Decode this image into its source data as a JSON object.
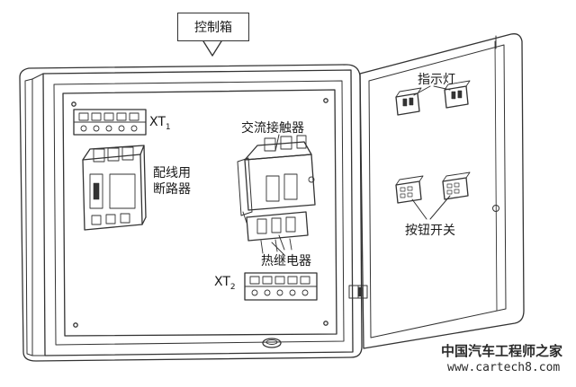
{
  "labels": {
    "control_box": "控制箱",
    "xt1_base": "XT",
    "xt1_sub": "1",
    "breaker_line1": "配线用",
    "breaker_line2": "断路器",
    "contactor": "交流接触器",
    "thermal_relay": "热继电器",
    "xt2_base": "XT",
    "xt2_sub": "2",
    "indicator_light": "指示灯",
    "button_switch": "按钮开关"
  },
  "watermark": {
    "title": "中国汽车工程师之家",
    "url": "www.cartech8.com"
  },
  "colors": {
    "line": "#333333",
    "text": "#1a1a1a"
  }
}
